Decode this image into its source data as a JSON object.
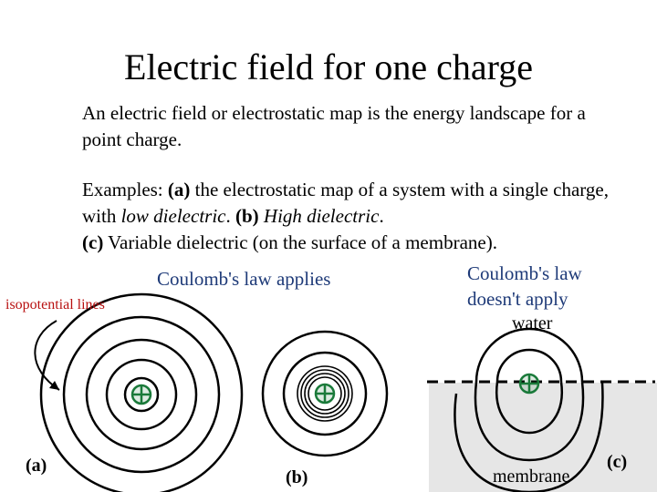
{
  "slide": {
    "title": "Electric field for one charge",
    "intro": "An electric field or electrostatic map is the energy landscape for a point charge.",
    "examples": {
      "lead": "Examples: ",
      "a_tag": "(a)",
      "a_text": " the electrostatic map of a system with a single charge, with ",
      "a_em": "low dielectric",
      "a_end": ".  ",
      "b_tag": "(b)",
      "b_em": " High dielectric",
      "b_end": ".",
      "c_tag": "(c)",
      "c_text": " Variable dielectric (on the surface of a membrane)."
    },
    "labels": {
      "coulomb_applies": "Coulomb's law applies",
      "coulomb_not_1": "Coulomb's law",
      "coulomb_not_2": "doesn't apply",
      "water": "water",
      "isopotential": "isopotential lines",
      "panel_a": "(a)",
      "panel_b": "(b)",
      "panel_c": "(c)",
      "membrane": "membrane"
    }
  },
  "colors": {
    "charge": "#1a7a3a",
    "label_blue": "#1e3a78",
    "isopotential_red": "#b81010",
    "membrane_fill": "#e6e6e6"
  }
}
